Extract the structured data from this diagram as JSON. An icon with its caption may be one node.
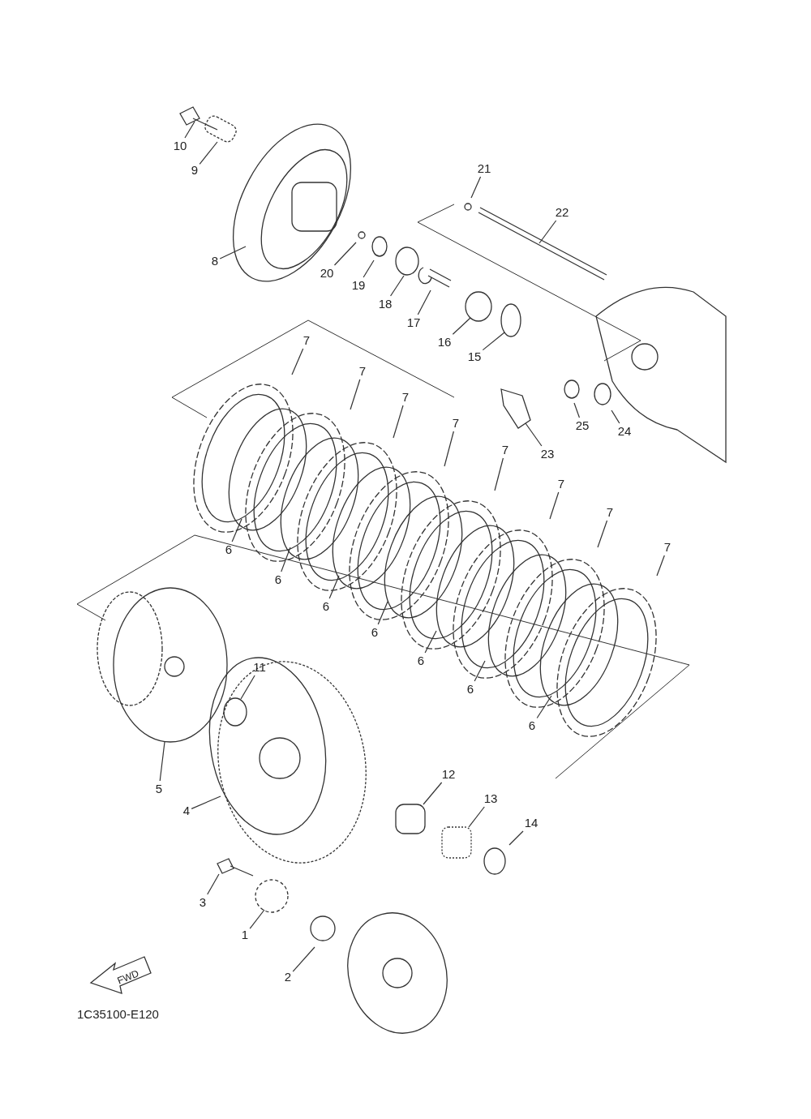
{
  "diagram": {
    "nodes": [
      {
        "text": [
          "10"
        ]
      },
      {
        "text": [
          "9"
        ]
      },
      {
        "text": [
          "21"
        ]
      },
      {
        "text": [
          "22"
        ]
      },
      {
        "text": [
          "8"
        ]
      },
      {
        "text": [
          "20"
        ]
      },
      {
        "text": [
          "19"
        ]
      },
      {
        "text": [
          "18"
        ]
      },
      {
        "text": [
          "17"
        ]
      },
      {
        "text": [
          "16"
        ]
      },
      {
        "text": [
          "15"
        ]
      },
      {
        "text": [
          "7"
        ]
      },
      {
        "text": [
          "7"
        ]
      },
      {
        "text": [
          "7"
        ]
      },
      {
        "text": [
          "7"
        ]
      },
      {
        "text": [
          "7"
        ]
      },
      {
        "text": [
          "7"
        ]
      },
      {
        "text": [
          "7"
        ]
      },
      {
        "text": [
          "7"
        ]
      },
      {
        "text": [
          "23"
        ]
      },
      {
        "text": [
          "25"
        ]
      },
      {
        "text": [
          "24"
        ]
      },
      {
        "text": [
          "6"
        ]
      },
      {
        "text": [
          "6"
        ]
      },
      {
        "text": [
          "6"
        ]
      },
      {
        "text": [
          "6"
        ]
      },
      {
        "text": [
          "6"
        ]
      },
      {
        "text": [
          "6"
        ]
      },
      {
        "text": [
          "6"
        ]
      },
      {
        "text": [
          "11"
        ]
      },
      {
        "text": [
          "5"
        ]
      },
      {
        "text": [
          "4"
        ]
      },
      {
        "text": [
          "12"
        ]
      },
      {
        "text": [
          "13"
        ]
      },
      {
        "text": [
          "14"
        ]
      },
      {
        "text": [
          "3"
        ]
      },
      {
        "text": [
          "1"
        ]
      },
      {
        "text": [
          "2"
        ]
      }
    ],
    "edges": [
      {
        "from": 0,
        "to": null,
        "arrow": "none"
      },
      {
        "from": 1,
        "to": null,
        "arrow": "none"
      },
      {
        "from": 2,
        "to": null,
        "arrow": "none"
      },
      {
        "from": 3,
        "to": null,
        "arrow": "none"
      },
      {
        "from": 4,
        "to": null,
        "arrow": "none"
      },
      {
        "from": 5,
        "to": null,
        "arrow": "none"
      },
      {
        "from": 6,
        "to": null,
        "arrow": "none"
      },
      {
        "from": 7,
        "to": null,
        "arrow": "none"
      },
      {
        "from": 8,
        "to": null,
        "arrow": "none"
      },
      {
        "from": 9,
        "to": null,
        "arrow": "none"
      },
      {
        "from": 10,
        "to": null,
        "arrow": "none"
      },
      {
        "from": 11,
        "to": null,
        "arrow": "none"
      },
      {
        "from": 12,
        "to": null,
        "arrow": "none"
      },
      {
        "from": 13,
        "to": null,
        "arrow": "none"
      },
      {
        "from": 14,
        "to": null,
        "arrow": "none"
      },
      {
        "from": 15,
        "to": null,
        "arrow": "none"
      },
      {
        "from": 16,
        "to": null,
        "arrow": "none"
      },
      {
        "from": 17,
        "to": null,
        "arrow": "none"
      },
      {
        "from": 18,
        "to": null,
        "arrow": "none"
      },
      {
        "from": 19,
        "to": null,
        "arrow": "none"
      },
      {
        "from": 20,
        "to": null,
        "arrow": "none"
      },
      {
        "from": 21,
        "to": null,
        "arrow": "none"
      },
      {
        "from": 22,
        "to": null,
        "arrow": "none"
      },
      {
        "from": 23,
        "to": null,
        "arrow": "none"
      },
      {
        "from": 24,
        "to": null,
        "arrow": "none"
      },
      {
        "from": 25,
        "to": null,
        "arrow": "none"
      },
      {
        "from": 26,
        "to": null,
        "arrow": "none"
      },
      {
        "from": 27,
        "to": null,
        "arrow": "none"
      },
      {
        "from": 28,
        "to": null,
        "arrow": "none"
      },
      {
        "from": 29,
        "to": null,
        "arrow": "none"
      },
      {
        "from": 30,
        "to": null,
        "arrow": "none"
      },
      {
        "from": 31,
        "to": null,
        "arrow": "none"
      },
      {
        "from": 32,
        "to": null,
        "arrow": "none"
      },
      {
        "from": 33,
        "to": null,
        "arrow": "none"
      },
      {
        "from": 34,
        "to": null,
        "arrow": "none"
      },
      {
        "from": 35,
        "to": null,
        "arrow": "none"
      },
      {
        "from": 36,
        "to": null,
        "arrow": "none"
      },
      {
        "from": 37,
        "to": null,
        "arrow": "none"
      }
    ],
    "labels": [
      "FWD",
      "1C35100-E120"
    ]
  }
}
